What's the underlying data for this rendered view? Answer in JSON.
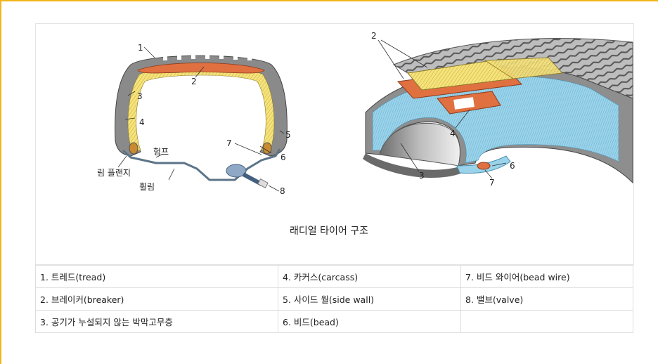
{
  "diagram": {
    "caption": "래디얼 타이어 구조",
    "left_callouts": [
      "1",
      "2",
      "3",
      "4",
      "5",
      "6",
      "7",
      "8"
    ],
    "left_labels": {
      "hump": "험프",
      "rim_flange": "림 플랜지",
      "wheel_rim": "휠림"
    },
    "right_callouts": [
      "2",
      "3",
      "4",
      "6",
      "7"
    ]
  },
  "legend": {
    "rows": [
      [
        "1. 트레드(tread)",
        "4. 카커스(carcass)",
        "7. 비드 와이어(bead wire)"
      ],
      [
        "2. 브레이커(breaker)",
        "5. 사이드 월(side wall)",
        "8. 밸브(valve)"
      ],
      [
        "3. 공기가 누설되지 않는 박막고무층",
        "6. 비드(bead)",
        ""
      ]
    ]
  },
  "colors": {
    "frame": "#f2b418",
    "tread": "#8c8c8c",
    "breaker": "#e0703e",
    "carcass": "#f3e27a",
    "ply_blue": "#93cfe6",
    "rim": "#5c7488"
  }
}
